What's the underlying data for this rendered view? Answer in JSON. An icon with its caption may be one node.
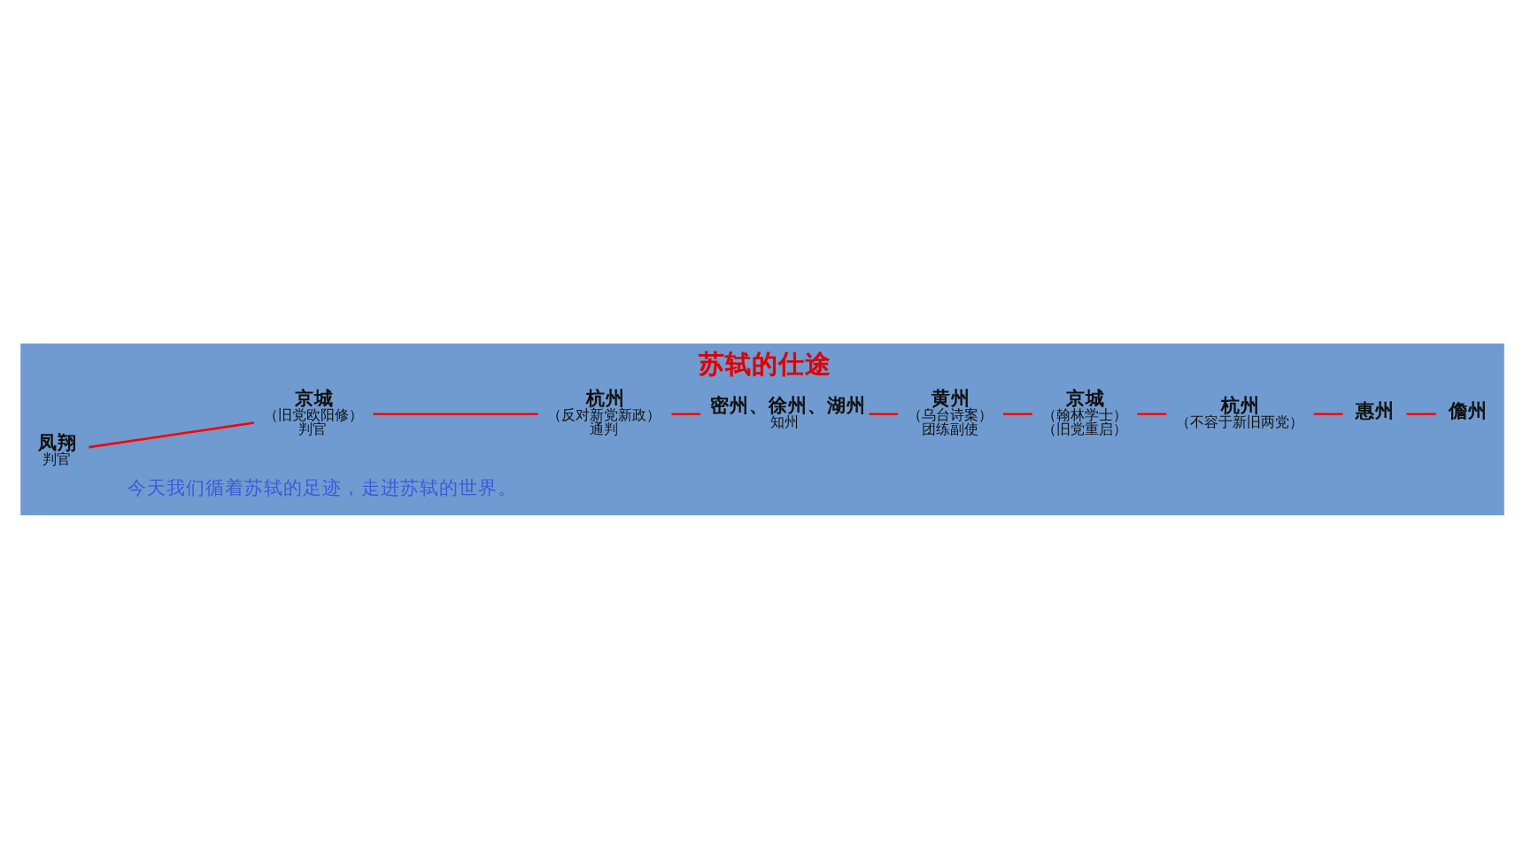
{
  "diagram": {
    "title": "苏轼的仕途",
    "caption": "今天我们循着苏轼的足迹，走进苏轼的世界。",
    "nodes": [
      {
        "text": [
          "凤翔",
          "判官"
        ]
      },
      {
        "text": [
          "京城",
          "（旧党欧阳修）",
          "判官"
        ]
      },
      {
        "text": [
          "杭州",
          "（反对新党新政）",
          "通判"
        ]
      },
      {
        "text": [
          "密州、徐州、湖州",
          "知州"
        ]
      },
      {
        "text": [
          "黄州",
          "（乌台诗案）",
          "团练副使"
        ]
      },
      {
        "text": [
          "京城",
          "（翰林学士）",
          "（旧党重启）"
        ]
      },
      {
        "text": [
          "杭州",
          "（不容于新旧两党）"
        ]
      },
      {
        "text": [
          "惠州"
        ]
      },
      {
        "text": [
          "儋州"
        ]
      }
    ],
    "edges": [
      {
        "from": 0,
        "to": 1,
        "arrow": "none"
      },
      {
        "from": 1,
        "to": 2,
        "arrow": "none"
      },
      {
        "from": 2,
        "to": 3,
        "arrow": "none"
      },
      {
        "from": 3,
        "to": 4,
        "arrow": "none"
      },
      {
        "from": 4,
        "to": 5,
        "arrow": "none"
      },
      {
        "from": 5,
        "to": 6,
        "arrow": "none"
      },
      {
        "from": 6,
        "to": 7,
        "arrow": "none"
      },
      {
        "from": 7,
        "to": 8,
        "arrow": "none"
      }
    ]
  }
}
